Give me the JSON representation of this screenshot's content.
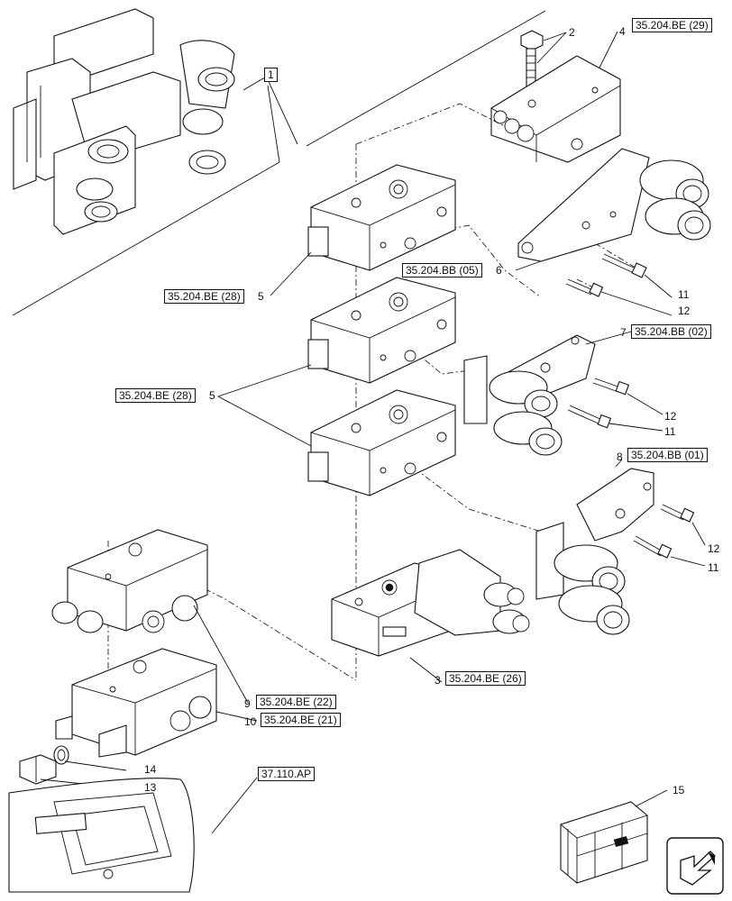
{
  "refs": {
    "r4": "35.204.BE (29)",
    "r28a": "35.204.BE (28)",
    "r05": "35.204.BB (05)",
    "r28b": "35.204.BE (28)",
    "r02": "35.204.BB (02)",
    "r01": "35.204.BB (01)",
    "r26": "35.204.BE (26)",
    "r22": "35.204.BE (22)",
    "r21": "35.204.BE (21)",
    "rAP": "37.110.AP"
  },
  "numbers": {
    "n1": "1",
    "n2": "2",
    "n3": "3",
    "n4": "4",
    "n5a": "5",
    "n5b": "5",
    "n6": "6",
    "n7": "7",
    "n8": "8",
    "n9": "9",
    "n10": "10",
    "n11a": "11",
    "n12a": "12",
    "n12b": "12",
    "n11b": "11",
    "n12c": "12",
    "n11c": "11",
    "n13": "13",
    "n14": "14",
    "n15": "15"
  },
  "icons": {
    "corner": "arrow-navigation-icon",
    "kit": "parts-crate-icon"
  }
}
